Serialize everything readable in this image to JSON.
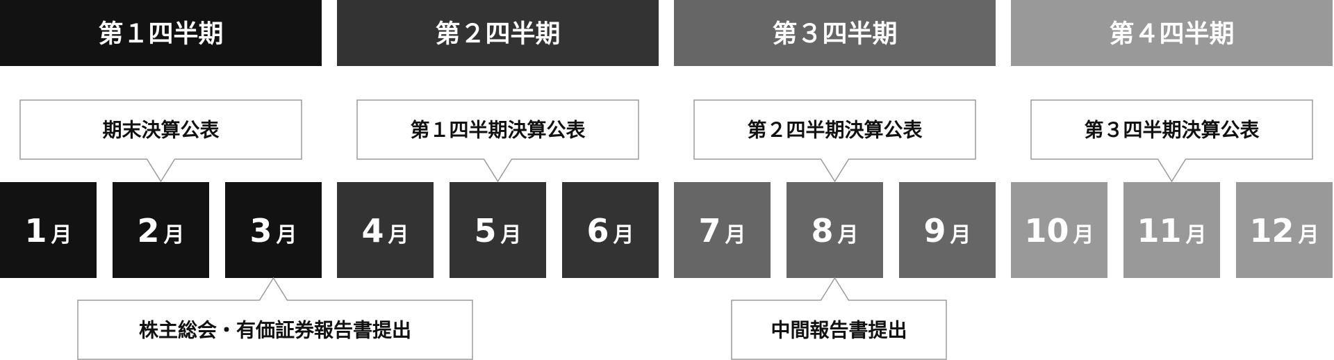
{
  "quarters": [
    {
      "label": "第１四半期",
      "color": "#121212"
    },
    {
      "label": "第２四半期",
      "color": "#333333"
    },
    {
      "label": "第３四半期",
      "color": "#666666"
    },
    {
      "label": "第４四半期",
      "color": "#999999"
    }
  ],
  "months": [
    {
      "number": "1",
      "unit": "月",
      "quarter": 0
    },
    {
      "number": "2",
      "unit": "月",
      "quarter": 0
    },
    {
      "number": "3",
      "unit": "月",
      "quarter": 0
    },
    {
      "number": "4",
      "unit": "月",
      "quarter": 1
    },
    {
      "number": "5",
      "unit": "月",
      "quarter": 1
    },
    {
      "number": "6",
      "unit": "月",
      "quarter": 1
    },
    {
      "number": "7",
      "unit": "月",
      "quarter": 2
    },
    {
      "number": "8",
      "unit": "月",
      "quarter": 2
    },
    {
      "number": "9",
      "unit": "月",
      "quarter": 2
    },
    {
      "number": "10",
      "unit": "月",
      "quarter": 3
    },
    {
      "number": "11",
      "unit": "月",
      "quarter": 3
    },
    {
      "number": "12",
      "unit": "月",
      "quarter": 3
    }
  ],
  "callouts_top": [
    {
      "text": "期末決算公表",
      "month_index": 1
    },
    {
      "text": "第１四半期決算公表",
      "month_index": 4
    },
    {
      "text": "第２四半期決算公表",
      "month_index": 7
    },
    {
      "text": "第３四半期決算公表",
      "month_index": 10
    }
  ],
  "callouts_bottom": [
    {
      "text": "株主総会・有価証券報告書提出",
      "month_index": 2
    },
    {
      "text": "中間報告書提出",
      "month_index": 7
    }
  ]
}
